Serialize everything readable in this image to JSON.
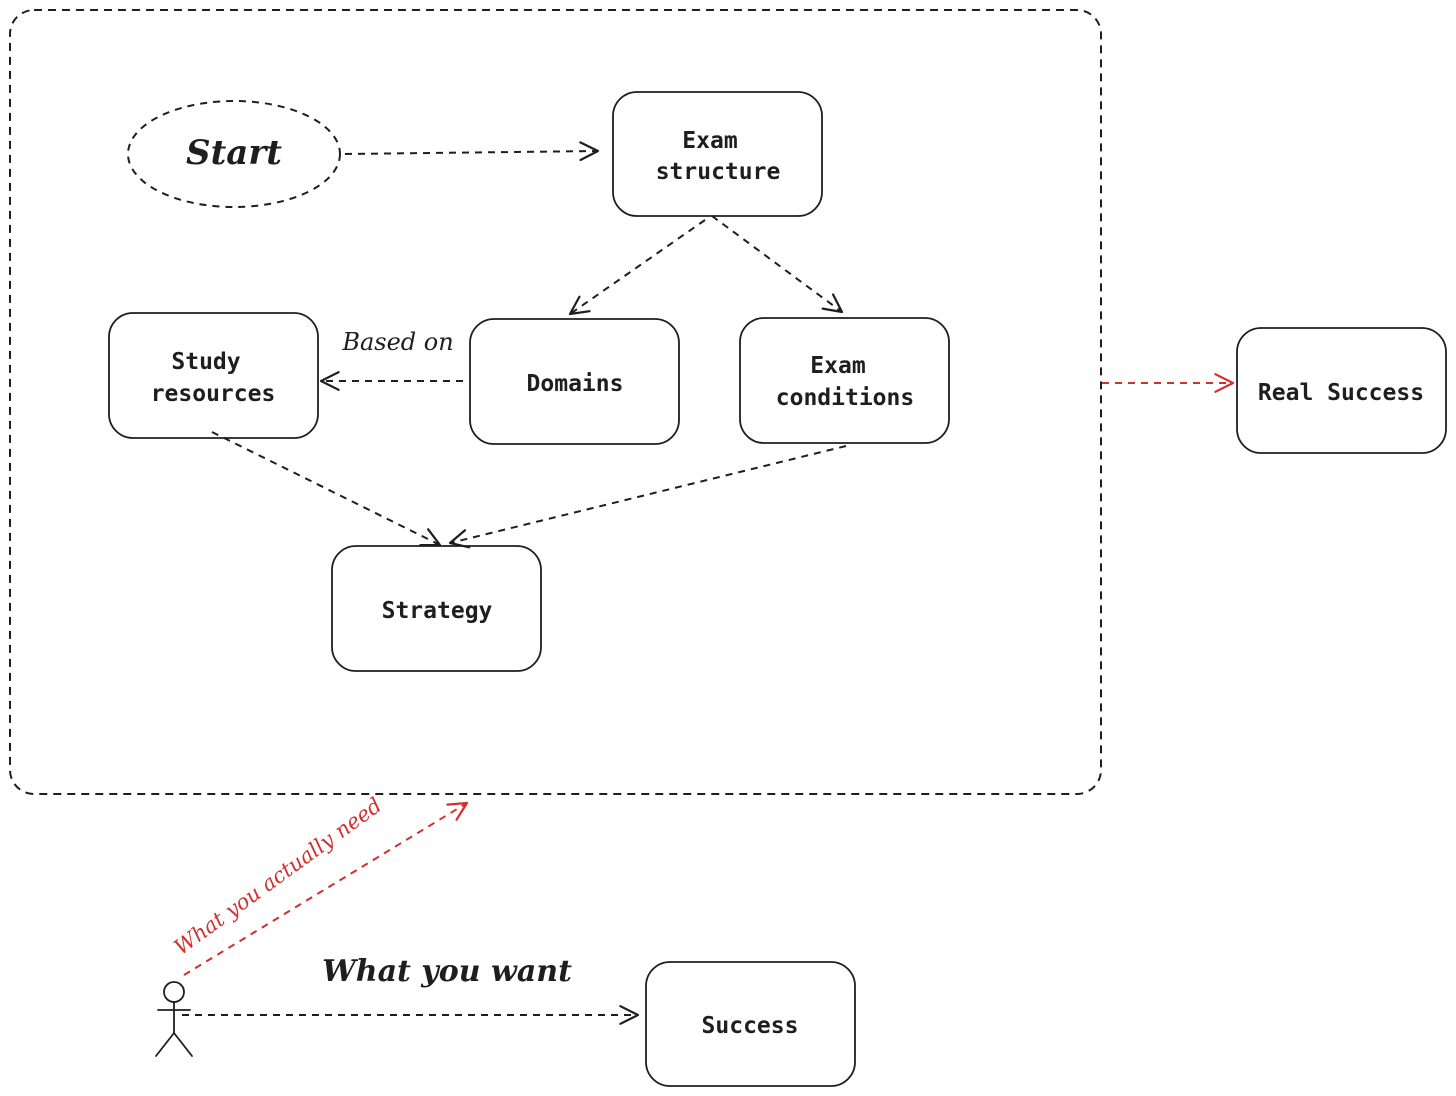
{
  "colors": {
    "ink": "#1e1e1e",
    "accent": "#d32f2f",
    "background": "#ffffff"
  },
  "nodes": {
    "start": {
      "label": "Start",
      "shape": "ellipse"
    },
    "exam_structure": {
      "lines": [
        "Exam",
        "structure"
      ]
    },
    "study_resources": {
      "lines": [
        "Study",
        "resources"
      ]
    },
    "domains": {
      "lines": [
        "Domains"
      ]
    },
    "exam_conditions": {
      "lines": [
        "Exam",
        "conditions"
      ]
    },
    "strategy": {
      "lines": [
        "Strategy"
      ]
    },
    "real_success": {
      "lines": [
        "Real Success"
      ]
    },
    "success": {
      "lines": [
        "Success"
      ]
    }
  },
  "edge_labels": {
    "based_on": "Based on",
    "what_you_actually_need": "What you actually need",
    "what_you_want": "What you want"
  },
  "actor": {
    "icon": "stick-figure-icon"
  }
}
